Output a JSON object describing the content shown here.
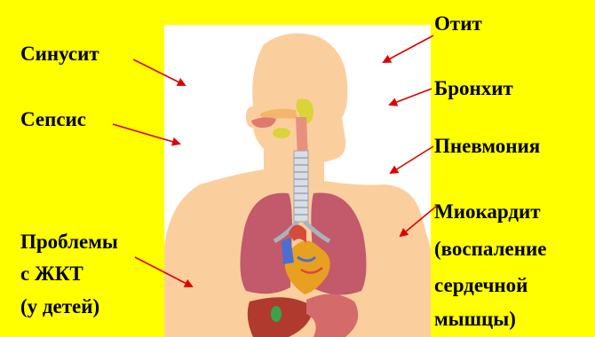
{
  "labels": {
    "sinusitis": "Синусит",
    "sepsis": "Сепсис",
    "gi_line1": "Проблемы",
    "gi_line2": "с ЖКТ",
    "gi_line3": "(у детей)",
    "otitis": "Отит",
    "bronchitis": "Бронхит",
    "pneumonia": "Пневмония",
    "myo_line1": "Миокардит",
    "myo_line2": "(воспаление",
    "myo_line3": "сердечной",
    "myo_line4": "мышцы)"
  },
  "colors": {
    "background": "#ffff00",
    "arrow": "#e00000",
    "skin": "#fbcf9d",
    "lung": "#c25a6b",
    "heart": "#e8a020",
    "liver": "#b03a2e",
    "stomach": "#d46a6a"
  }
}
